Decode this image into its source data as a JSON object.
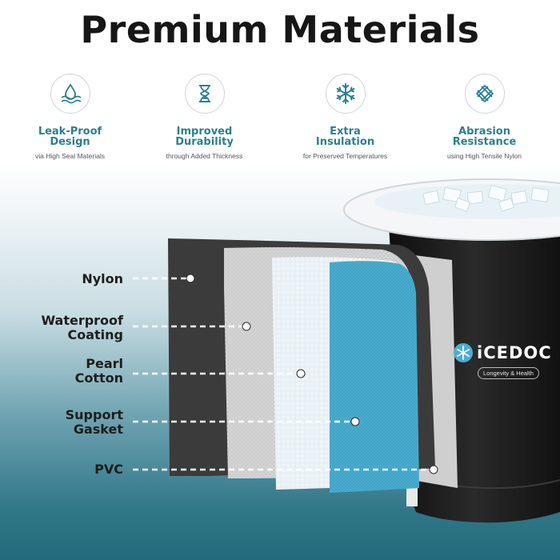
{
  "title": "Premium Materials",
  "features": [
    {
      "icon": "water-drop-icon",
      "name": "Leak-Proof\nDesign",
      "desc": "via High Seal Materials"
    },
    {
      "icon": "hourglass-icon",
      "name": "Improved\nDurability",
      "desc": "through Added Thickness"
    },
    {
      "icon": "snowflake-icon",
      "name": "Extra\nInsulation",
      "desc": "for Preserved Temperatures"
    },
    {
      "icon": "woven-fabric-icon",
      "name": "Abrasion\nResistance",
      "desc": "using High Tensile Nylon"
    }
  ],
  "layers": [
    {
      "label": "Nylon",
      "color": "#3b3b3b"
    },
    {
      "label": "Waterproof\nCoating",
      "color": "#d9d9d9"
    },
    {
      "label": "Pearl\nCotton",
      "color": "#eef4f8"
    },
    {
      "label": "Support\nGasket",
      "color": "#4aaed0"
    },
    {
      "label": "PVC",
      "color": "#cfcfcf"
    }
  ],
  "brand": {
    "logo_text": "iCEDOC",
    "tagline": "Longevity & Health"
  },
  "colors": {
    "accent": "#2d7f8f",
    "tub": "#1b1b1b",
    "ice": "#e8f2f6"
  }
}
